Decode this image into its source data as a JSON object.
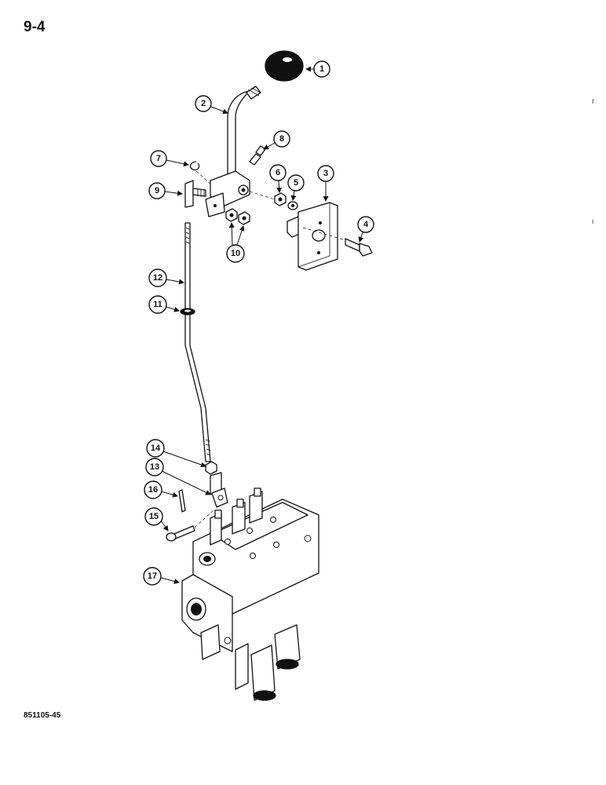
{
  "page_number": "9-4",
  "figure_code": "851105-45",
  "callouts": [
    "1",
    "2",
    "3",
    "4",
    "5",
    "6",
    "7",
    "8",
    "9",
    "10",
    "11",
    "12",
    "13",
    "14",
    "15",
    "16",
    "17"
  ]
}
